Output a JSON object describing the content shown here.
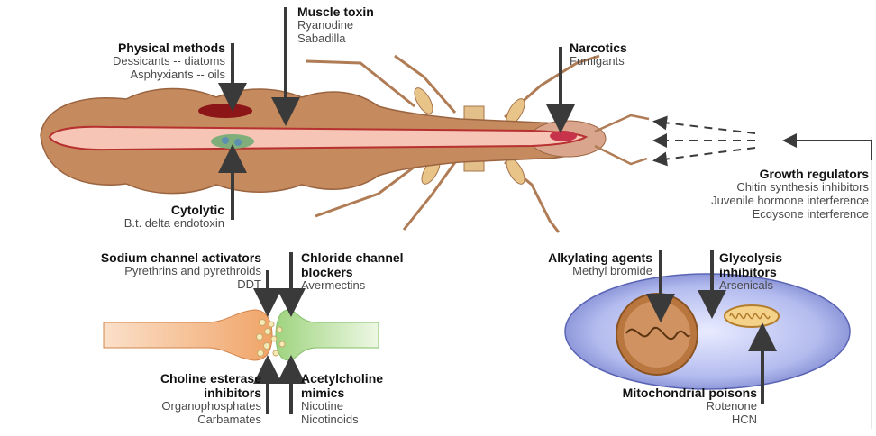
{
  "labels": {
    "muscle_toxin": {
      "title": "Muscle toxin",
      "lines": [
        "Ryanodine",
        "Sabadilla"
      ]
    },
    "physical_methods": {
      "title": "Physical methods",
      "lines": [
        "Dessicants -- diatoms",
        "Asphyxiants -- oils"
      ]
    },
    "narcotics": {
      "title": "Narcotics",
      "lines": [
        "Fumigants"
      ]
    },
    "cytolytic": {
      "title": "Cytolytic",
      "lines": [
        "B.t. delta endotoxin"
      ]
    },
    "growth_regulators": {
      "title": "Growth regulators",
      "lines": [
        "Chitin synthesis inhibitors",
        "Juvenile hormone interference",
        "Ecdysone interference"
      ]
    },
    "sodium_channel": {
      "title": "Sodium channel activators",
      "lines": [
        "Pyrethrins and pyrethroids",
        "DDT"
      ]
    },
    "chloride_channel": {
      "title_lines": [
        "Chloride channel",
        "blockers"
      ],
      "lines": [
        "Avermectins"
      ]
    },
    "alkylating": {
      "title": "Alkylating agents",
      "lines": [
        "Methyl bromide"
      ]
    },
    "glycolysis": {
      "title_lines": [
        "Glycolysis",
        "inhibitors"
      ],
      "lines": [
        "Arsenicals"
      ]
    },
    "choline_esterase": {
      "title_lines": [
        "Choline esterase",
        "inhibitors"
      ],
      "lines": [
        "Organophosphates",
        "Carbamates"
      ]
    },
    "acetylcholine": {
      "title_lines": [
        "Acetylcholine",
        "mimics"
      ],
      "lines": [
        "Nicotine",
        "Nicotinoids"
      ]
    },
    "mitochondrial": {
      "title": "Mitochondrial poisons",
      "lines": [
        "Rotenone",
        "HCN"
      ]
    }
  },
  "colors": {
    "insect_body": "#c58a5e",
    "insect_gut": "#f2b6a6",
    "arrow": "#3a3a3a",
    "neuron_left": "#f0a468",
    "neuron_right": "#a8d88c",
    "cell_outer": "#7d86cf",
    "nucleus": "#b9773f"
  }
}
